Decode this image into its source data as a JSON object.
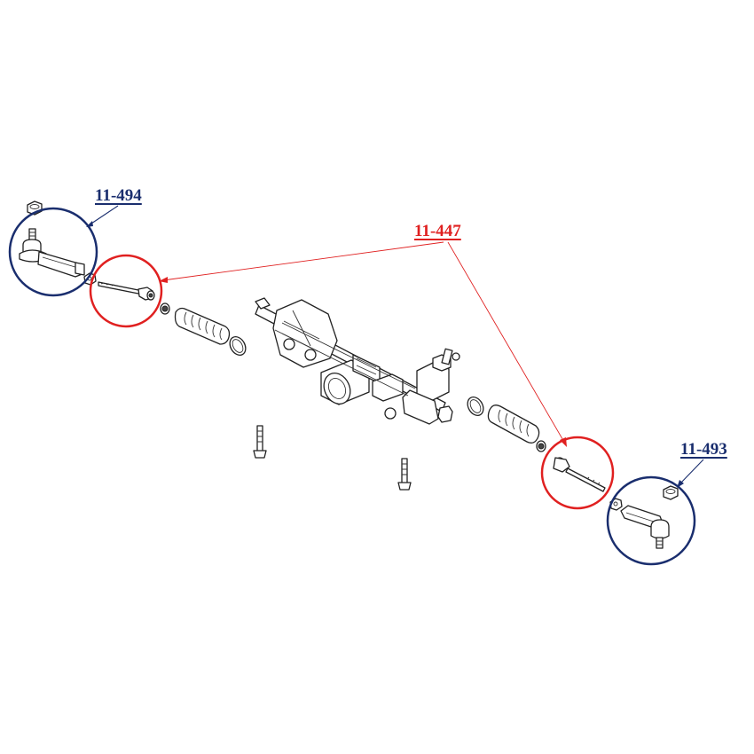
{
  "labels": {
    "outer_tie_rod_left": "11-494",
    "inner_tie_rod": "11-447",
    "outer_tie_rod_right": "11-493"
  },
  "colors": {
    "blue_callout": "#1a2e6e",
    "red_callout": "#e02020",
    "line_art": "#222222"
  }
}
